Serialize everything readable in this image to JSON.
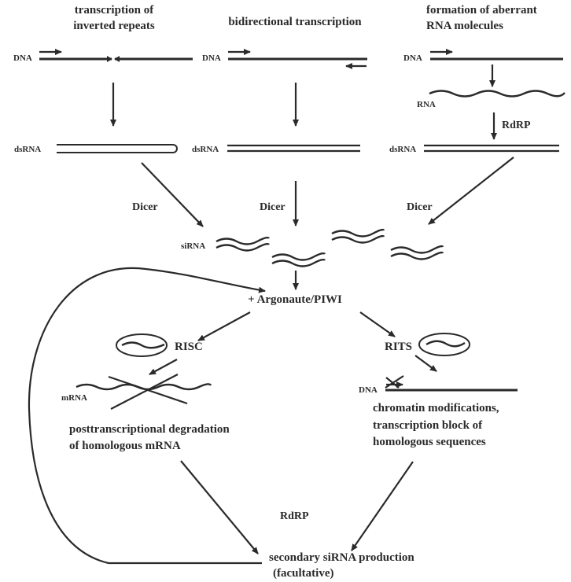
{
  "columns": {
    "left": {
      "title_line1": "transcription of",
      "title_line2": "inverted repeats",
      "dna_label": "DNA",
      "dsrna_label": "dsRNA",
      "enzyme": "Dicer"
    },
    "middle": {
      "title": "bidirectional transcription",
      "dna_label": "DNA",
      "dsrna_label": "dsRNA",
      "enzyme": "Dicer"
    },
    "right": {
      "title_line1": "formation of aberrant",
      "title_line2": "RNA molecules",
      "dna_label": "DNA",
      "rna_label": "RNA",
      "rdrp_label": "RdRP",
      "dsrna_label": "dsRNA",
      "enzyme": "Dicer"
    }
  },
  "sirna_label": "siRNA",
  "argonaute_label": "+ Argonaute/PIWI",
  "risc": {
    "label": "RISC",
    "mrna_label": "mRNA",
    "result_line1": "posttranscriptional degradation",
    "result_line2": "of homologous mRNA"
  },
  "rits": {
    "label": "RITS",
    "dna_label": "DNA",
    "result_line1": "chromatin modifications,",
    "result_line2": "transcription block of",
    "result_line3": "homologous sequences"
  },
  "rdrp_bottom": "RdRP",
  "secondary": {
    "line1": "secondary siRNA production",
    "line2": "(facultative)"
  }
}
